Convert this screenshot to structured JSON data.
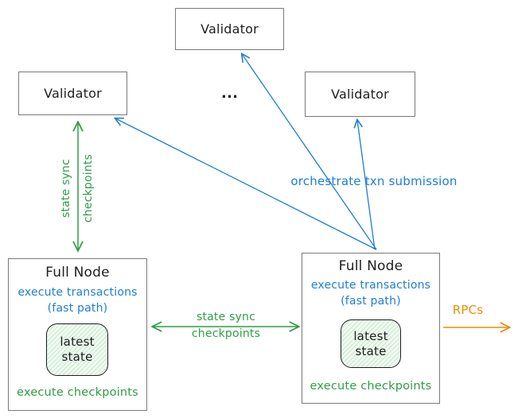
{
  "colors": {
    "ink": "#1e1e1e",
    "border": "#7a7a7a",
    "blue": "#1c7ed6",
    "green": "#2f9e44",
    "orange": "#f08c00",
    "statefill": "#f0faf1",
    "statehatch": "#c9e9d0"
  },
  "nodes": {
    "validator_top": {
      "label": "Validator"
    },
    "validator_left": {
      "label": "Validator"
    },
    "validator_right": {
      "label": "Validator"
    },
    "ellipsis": "...",
    "fullnode_left": {
      "title": "Full Node",
      "exec_line1": "execute transactions",
      "exec_line2": "(fast path)",
      "state_line1": "latest",
      "state_line2": "state",
      "footer": "execute checkpoints"
    },
    "fullnode_right": {
      "title": "Full Node",
      "exec_line1": "execute transactions",
      "exec_line2": "(fast path)",
      "state_line1": "latest",
      "state_line2": "state",
      "footer": "execute checkpoints"
    }
  },
  "edges": {
    "validator_fullnode_sync": {
      "line1": "state sync",
      "line2": "checkpoints"
    },
    "fullnode_fullnode_sync": {
      "line1": "state sync",
      "line2": "checkpoints"
    },
    "orchestrate": {
      "label": "orchestrate txn submission"
    },
    "rpcs": {
      "label": "RPCs"
    }
  }
}
